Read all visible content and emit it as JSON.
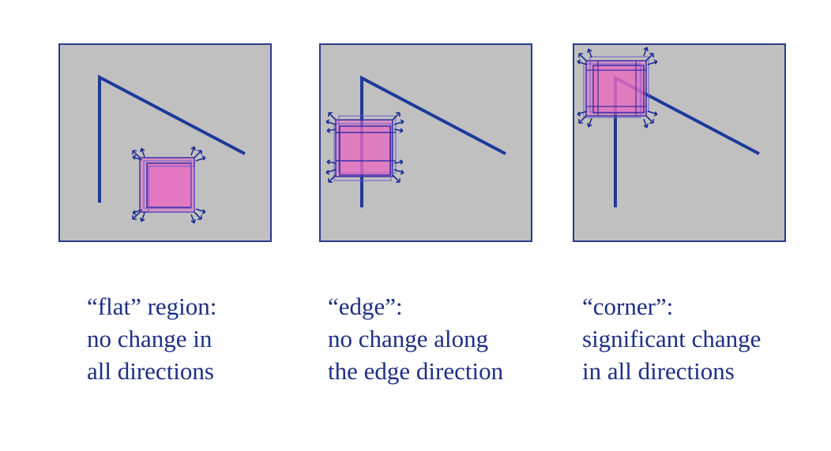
{
  "colors": {
    "panel_fill": "#c0c0c0",
    "panel_border": "#2a3b8a",
    "line": "#1d3a9a",
    "window_fill": "#e86cc0",
    "window_stroke": "#3a2fa8",
    "arrow": "#1c2f95",
    "caption_text": "#1d2f86"
  },
  "panels": [
    {
      "id": "flat",
      "caption": [
        "“flat” region:",
        "no change in",
        "all directions"
      ]
    },
    {
      "id": "edge",
      "caption": [
        "“edge”:",
        "no change along",
        "the edge direction"
      ]
    },
    {
      "id": "corner",
      "caption": [
        "“corner”:",
        "significant change",
        "in all directions"
      ]
    }
  ]
}
